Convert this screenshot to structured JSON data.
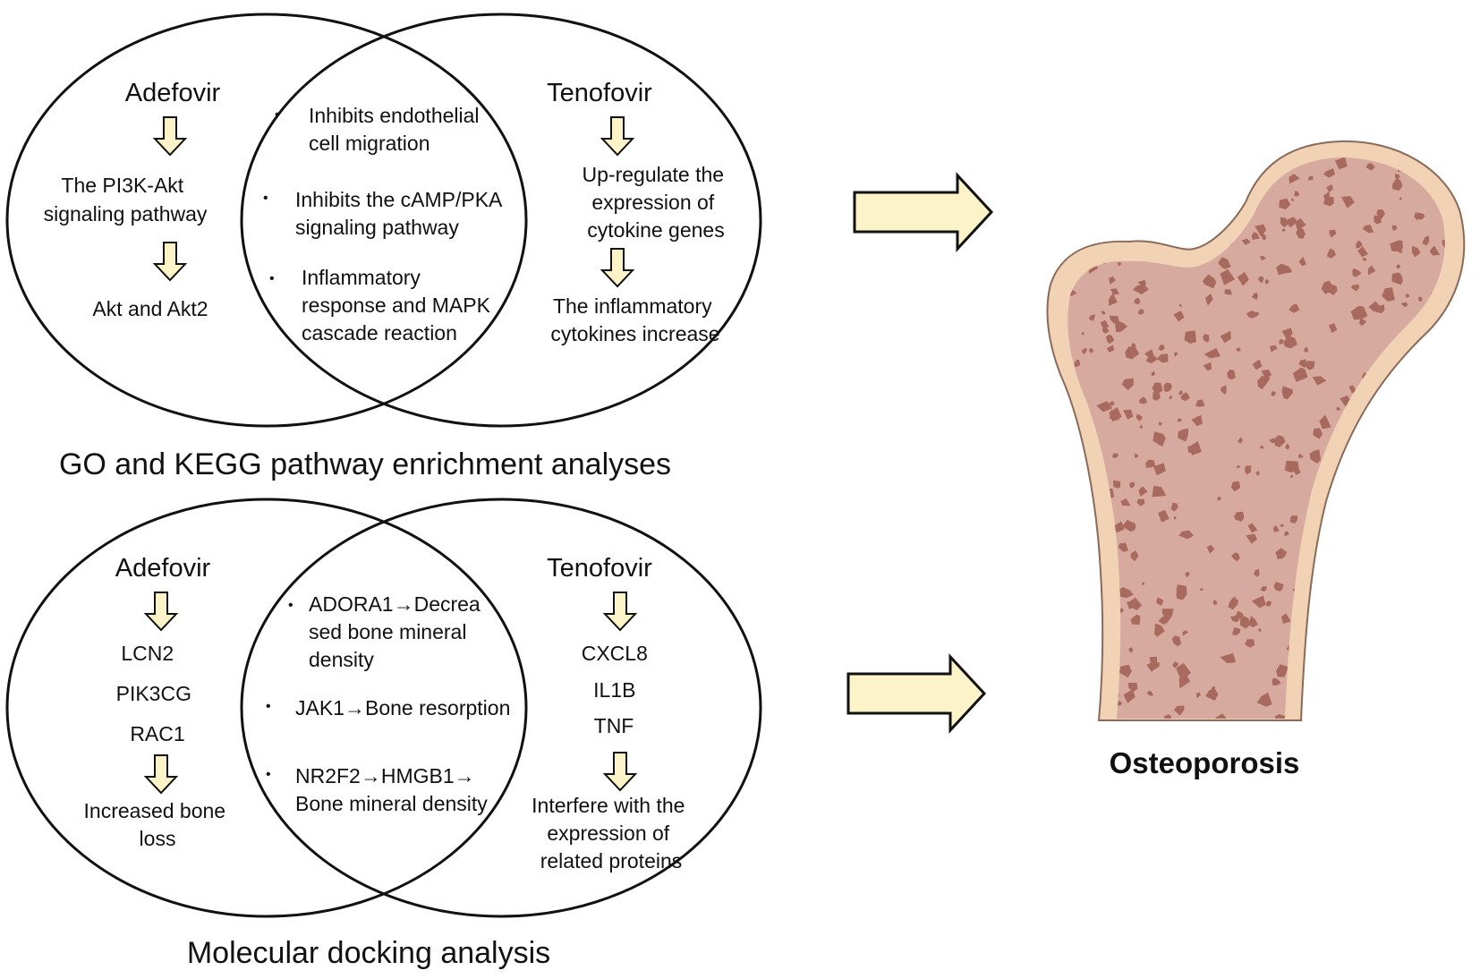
{
  "top_panel": {
    "caption": "GO and KEGG pathway enrichment analyses",
    "left_title": "Adefovir",
    "left_step1": [
      "The PI3K-Akt",
      "signaling pathway"
    ],
    "left_step2": "Akt and Akt2",
    "center_items": [
      [
        "Inhibits endothelial",
        "cell migration"
      ],
      [
        "Inhibits the cAMP/PKA",
        "signaling pathway"
      ],
      [
        "Inflammatory",
        "response and MAPK",
        "cascade reaction"
      ]
    ],
    "right_title": "Tenofovir",
    "right_step1": [
      "Up-regulate the",
      "expression of",
      "cytokine genes"
    ],
    "right_step2": [
      "The inflammatory",
      "cytokines increase"
    ]
  },
  "bottom_panel": {
    "caption": "Molecular docking analysis",
    "left_title": "Adefovir",
    "left_genes": [
      "LCN2",
      "PIK3CG",
      "RAC1"
    ],
    "left_result": [
      "Increased bone",
      "loss"
    ],
    "center_items": [
      [
        "ADORA1→Decrea",
        "sed bone mineral",
        "density"
      ],
      [
        "JAK1→Bone resorption"
      ],
      [
        "NR2F2→HMGB1→",
        "Bone mineral density"
      ]
    ],
    "right_title": "Tenofovir",
    "right_genes": [
      "CXCL8",
      "IL1B",
      "TNF"
    ],
    "right_result": [
      "Interfere with the",
      "expression of",
      "related proteins"
    ]
  },
  "outcome_label": "Osteoporosis",
  "bullet_char": "•",
  "colors": {
    "arrow_fill": "#fdf3c8",
    "bone_outer": "#f1d2b5",
    "bone_inner": "#d7aa9f",
    "bone_pores": "#a8695f",
    "outline": "#111111"
  }
}
